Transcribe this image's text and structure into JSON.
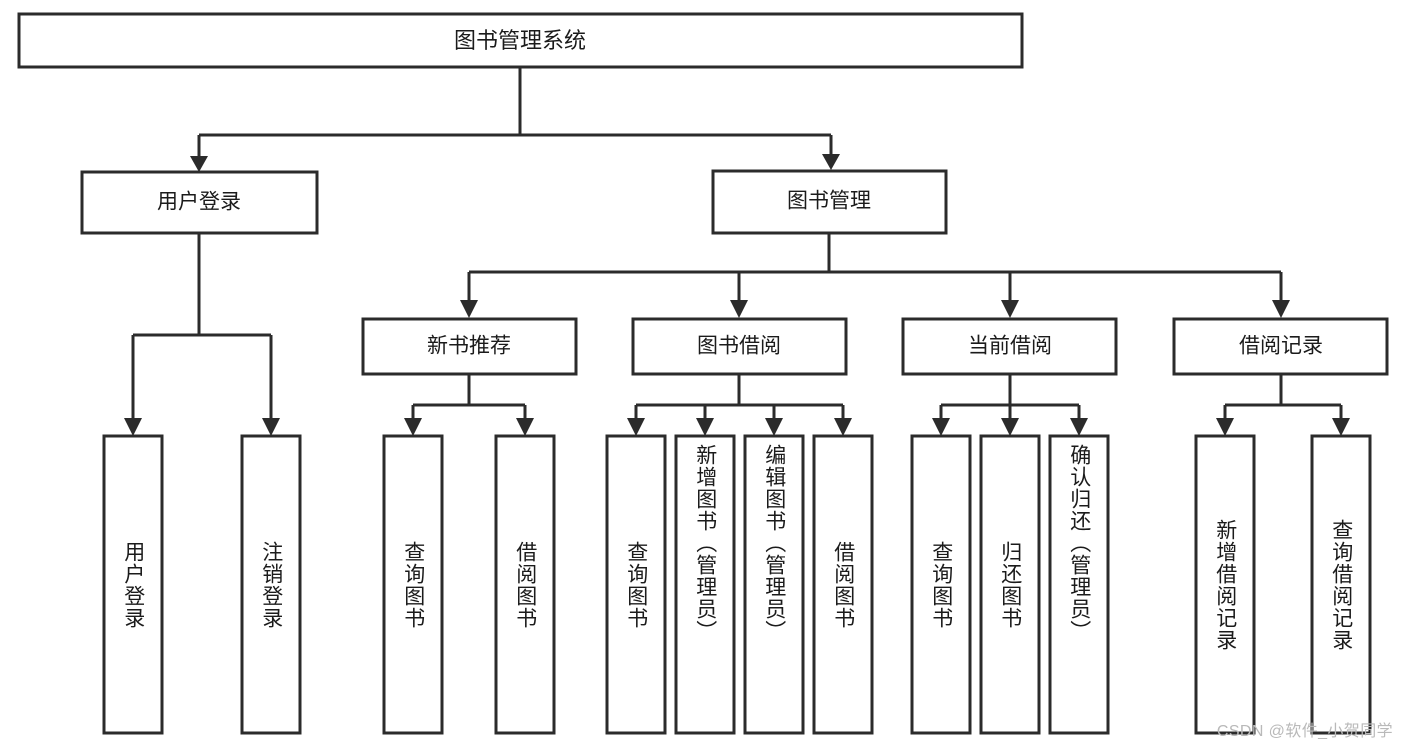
{
  "diagram": {
    "type": "tree",
    "title": "图书管理系统",
    "watermark": "CSDN @软件_小贺同学",
    "colors": {
      "stroke": "#2b2b2b",
      "fill": "#ffffff",
      "text": "#1b1b1b",
      "watermark": "#b9b9b9"
    },
    "root": {
      "label": "图书管理系统",
      "orientation": "horizontal"
    },
    "level2": [
      {
        "label": "用户登录",
        "orientation": "horizontal"
      },
      {
        "label": "图书管理",
        "orientation": "horizontal"
      }
    ],
    "level3": [
      {
        "label": "新书推荐",
        "orientation": "horizontal",
        "parent": "图书管理"
      },
      {
        "label": "图书借阅",
        "orientation": "horizontal",
        "parent": "图书管理"
      },
      {
        "label": "当前借阅",
        "orientation": "horizontal",
        "parent": "图书管理"
      },
      {
        "label": "借阅记录",
        "orientation": "horizontal",
        "parent": "图书管理"
      }
    ],
    "leaves": {
      "user_login": [
        {
          "label": "用户登录",
          "orientation": "vertical",
          "align": "center"
        },
        {
          "label": "注销登录",
          "orientation": "vertical",
          "align": "center"
        }
      ],
      "new_book_recommend": [
        {
          "label": "查询图书",
          "orientation": "vertical",
          "align": "center"
        },
        {
          "label": "借阅图书",
          "orientation": "vertical",
          "align": "center"
        }
      ],
      "book_borrow": [
        {
          "label": "查询图书",
          "orientation": "vertical",
          "align": "center"
        },
        {
          "label": "新增图书（管理员）",
          "orientation": "vertical",
          "align": "start"
        },
        {
          "label": "编辑图书（管理员）",
          "orientation": "vertical",
          "align": "start"
        },
        {
          "label": "借阅图书",
          "orientation": "vertical",
          "align": "center"
        }
      ],
      "current_borrow": [
        {
          "label": "查询图书",
          "orientation": "vertical",
          "align": "center"
        },
        {
          "label": "归还图书",
          "orientation": "vertical",
          "align": "center"
        },
        {
          "label": "确认归还（管理员）",
          "orientation": "vertical",
          "align": "start"
        }
      ],
      "borrow_record": [
        {
          "label": "新增借阅记录",
          "orientation": "vertical",
          "align": "center"
        },
        {
          "label": "查询借阅记录",
          "orientation": "vertical",
          "align": "center"
        }
      ]
    }
  }
}
